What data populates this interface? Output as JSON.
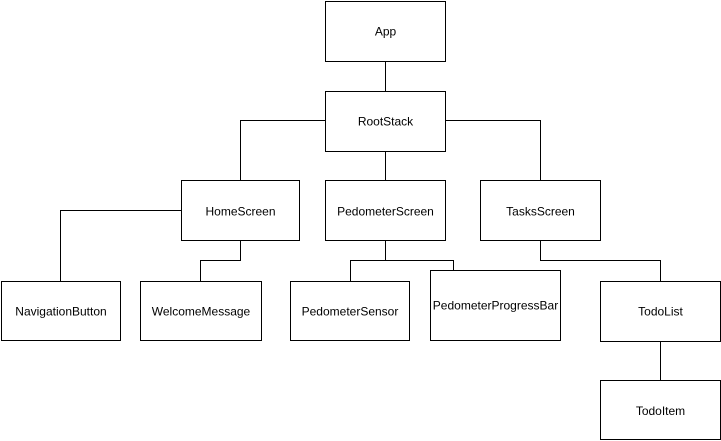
{
  "diagram": {
    "nodes": {
      "app": "App",
      "rootstack": "RootStack",
      "homescreen": "HomeScreen",
      "pedometerscreen": "PedometerScreen",
      "tasksscreen": "TasksScreen",
      "navigationbutton": "NavigationButton",
      "welcomemessage": "WelcomeMessage",
      "pedometersensor": "PedometerSensor",
      "pedometerprogressbar": "PedometerProgressBar",
      "todolist": "TodoList",
      "todoitem": "TodoItem"
    },
    "edges": [
      {
        "from": "app",
        "to": "rootstack"
      },
      {
        "from": "rootstack",
        "to": "homescreen"
      },
      {
        "from": "rootstack",
        "to": "pedometerscreen"
      },
      {
        "from": "rootstack",
        "to": "tasksscreen"
      },
      {
        "from": "homescreen",
        "to": "navigationbutton"
      },
      {
        "from": "homescreen",
        "to": "welcomemessage"
      },
      {
        "from": "pedometerscreen",
        "to": "pedometersensor"
      },
      {
        "from": "pedometerscreen",
        "to": "pedometerprogressbar"
      },
      {
        "from": "tasksscreen",
        "to": "todolist"
      },
      {
        "from": "todolist",
        "to": "todoitem"
      }
    ]
  }
}
